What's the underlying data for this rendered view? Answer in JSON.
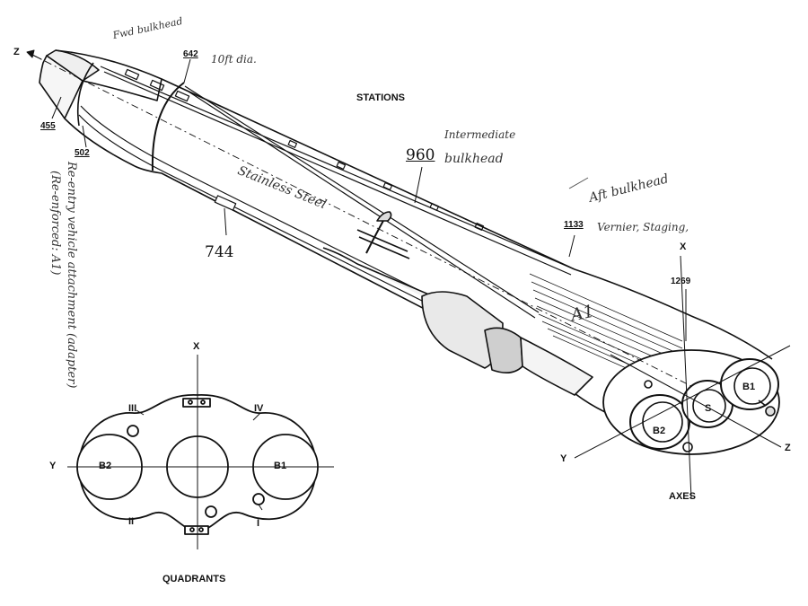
{
  "headings": {
    "stations": "STATIONS",
    "quadrants": "QUADRANTS",
    "axes": "AXES"
  },
  "stations": {
    "s455": "455",
    "s502": "502",
    "s642": "642",
    "s744": "744",
    "s960": "960",
    "s1133": "1133",
    "s1269": "1269"
  },
  "handwritten": {
    "fwd_bulkhead": "Fwd bulkhead",
    "diameter": "10ft dia.",
    "stainless": "Stainless Steel",
    "intermediate_1": "Intermediate",
    "intermediate_2": "bulkhead",
    "aft_bulkhead": "Aft bulkhead",
    "vernier": "Vernier, Staging,",
    "a1": "A1",
    "reentry_1": "Re-entry vehicle attachment (adapter)",
    "reentry_2": "(Re-enforced: A1)"
  },
  "quadrants": {
    "q1": "I",
    "q2": "II",
    "q3": "III",
    "q4": "IV",
    "x": "X",
    "y": "Y",
    "b1": "B1",
    "b2": "B2"
  },
  "axes": {
    "x": "X",
    "y": "Y",
    "z_nose": "Z",
    "z_aft": "Z",
    "b1": "B1",
    "b2": "B2",
    "s": "S"
  }
}
